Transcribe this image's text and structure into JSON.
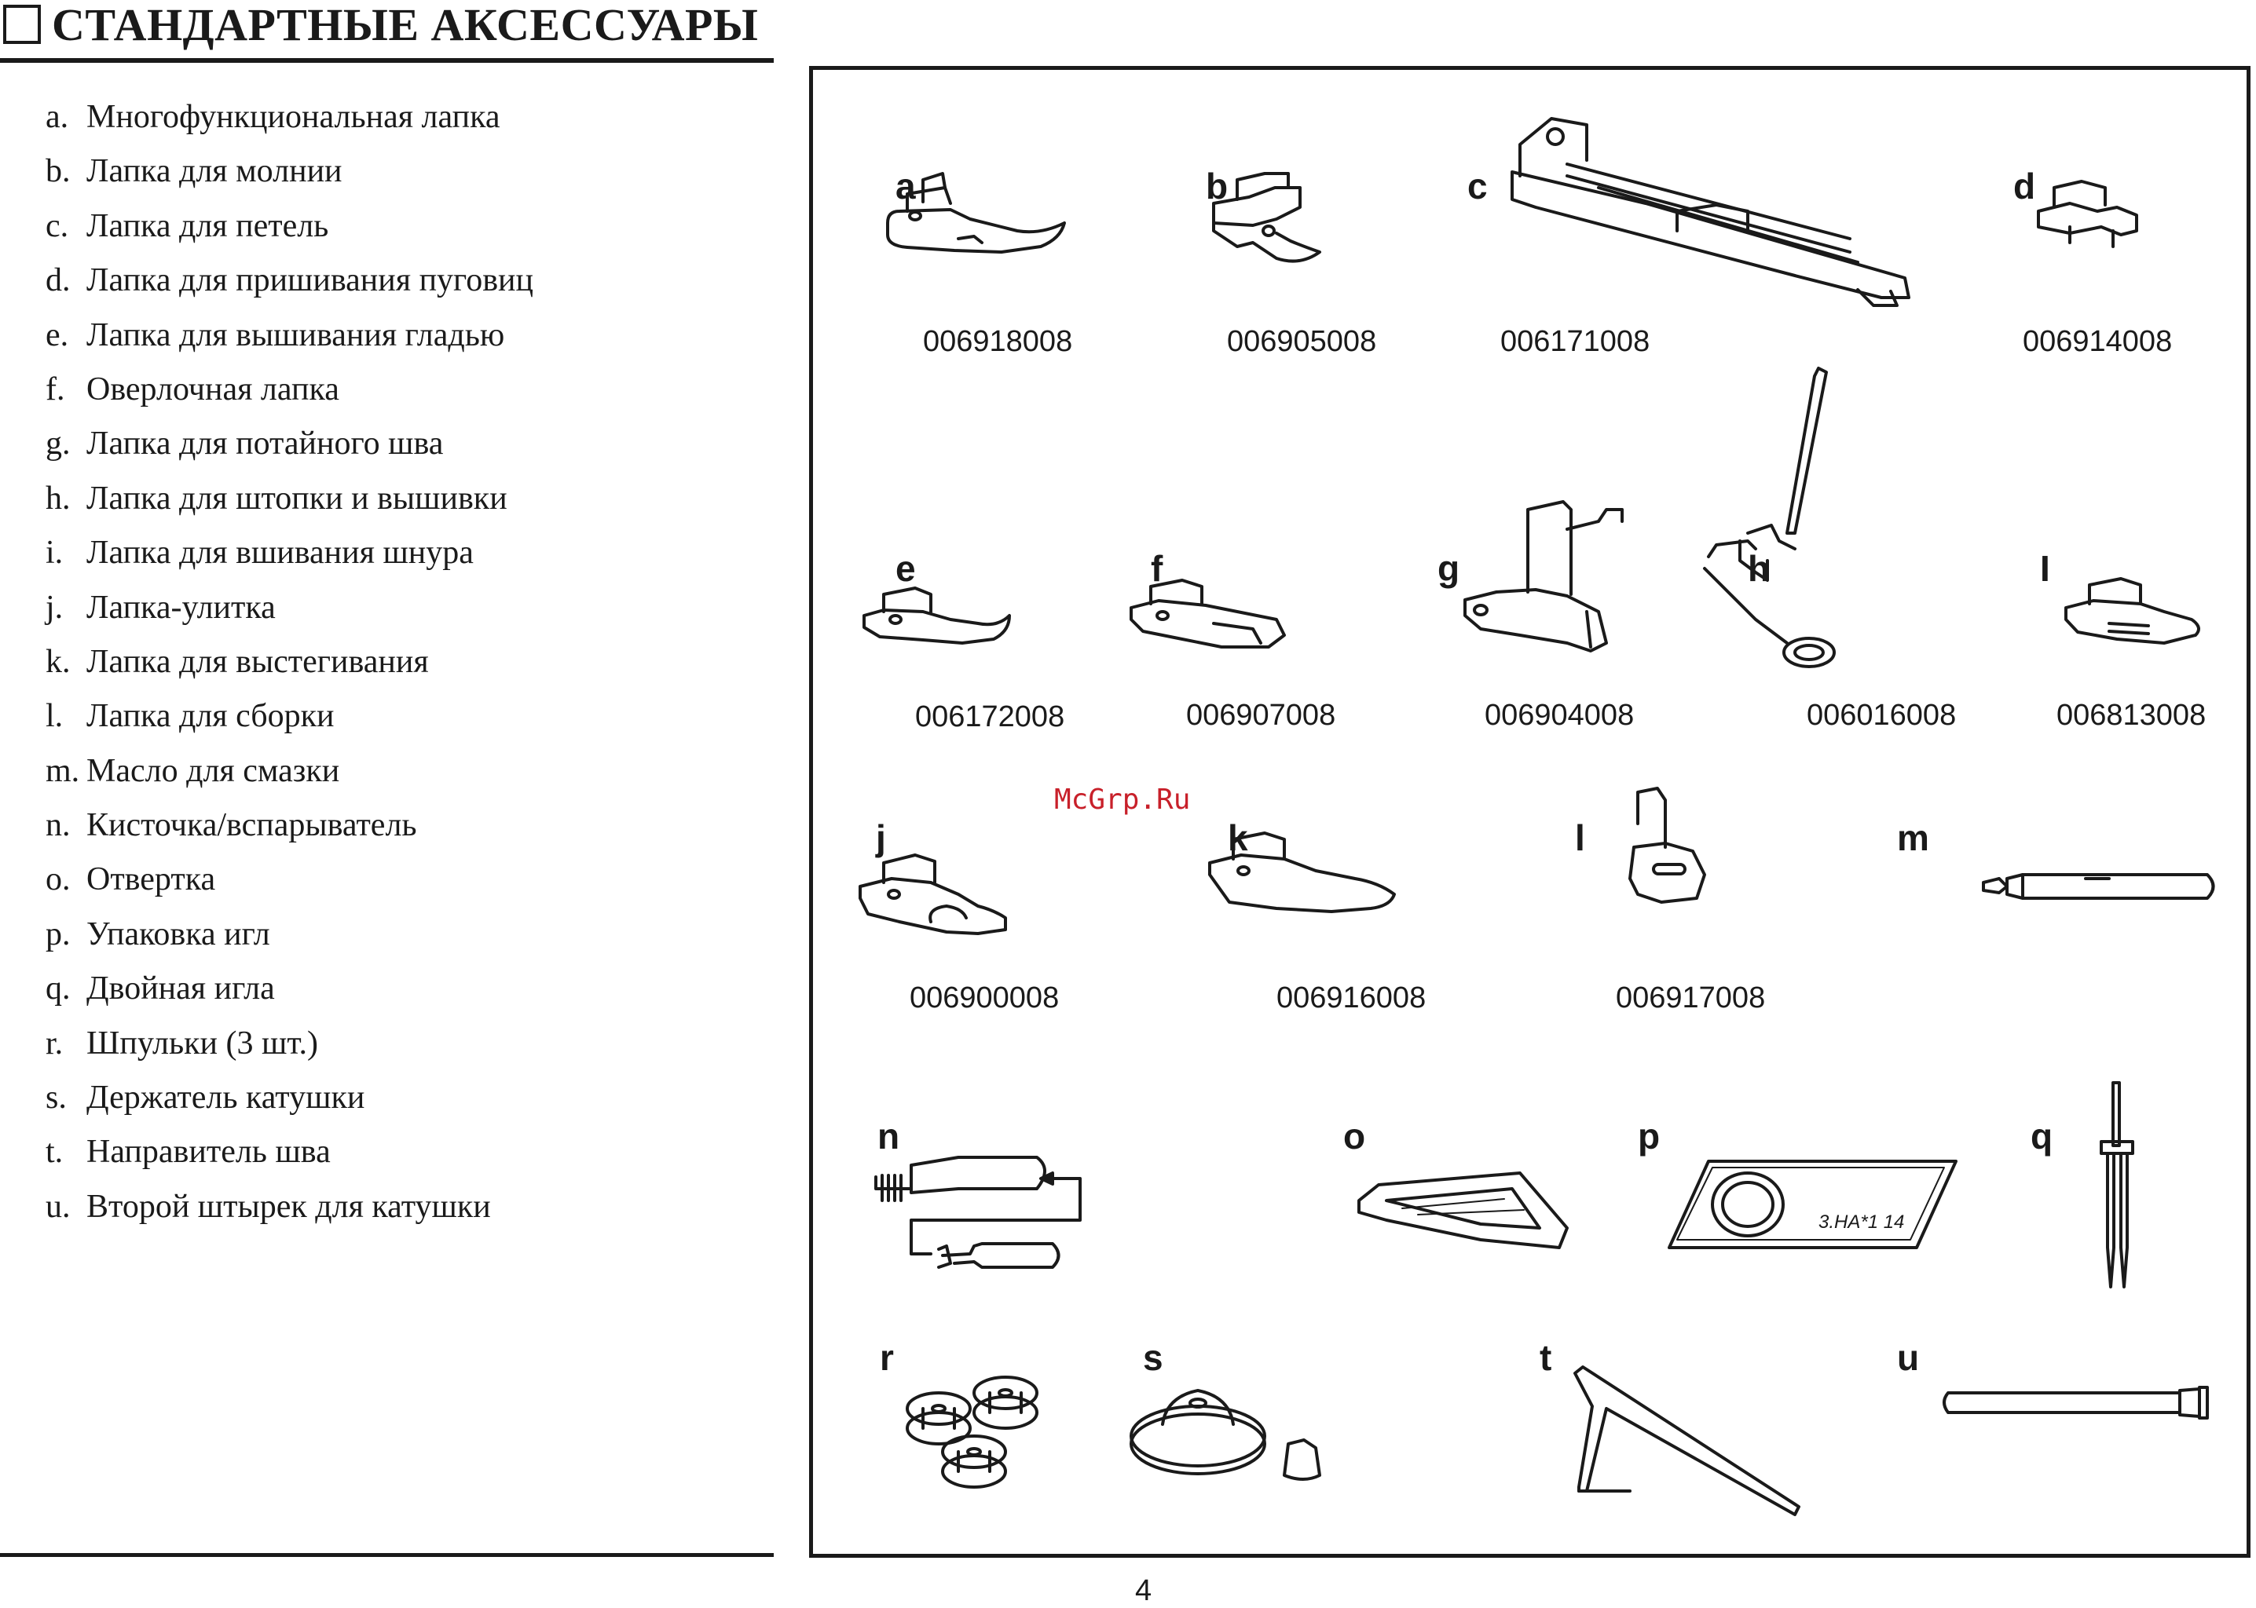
{
  "header": {
    "title": "СТАНДАРТНЫЕ АКСЕССУАРЫ"
  },
  "accessories": [
    {
      "letter": "a.",
      "name": "Многофункциональная лапка"
    },
    {
      "letter": "b.",
      "name": "Лапка для молнии"
    },
    {
      "letter": "c.",
      "name": "Лапка для петель"
    },
    {
      "letter": "d.",
      "name": "Лапка для пришивания пуговиц"
    },
    {
      "letter": "e.",
      "name": "Лапка для вышивания гладью"
    },
    {
      "letter": "f.",
      "name": "Оверлочная лапка"
    },
    {
      "letter": "g.",
      "name": "Лапка для потайного шва"
    },
    {
      "letter": "h.",
      "name": "Лапка для штопки и вышивки"
    },
    {
      "letter": "i.",
      "name": "Лапка для вшивания шнура"
    },
    {
      "letter": "j.",
      "name": "Лапка-улитка"
    },
    {
      "letter": "k.",
      "name": "Лапка для выстегивания"
    },
    {
      "letter": "l.",
      "name": "Лапка для сборки"
    },
    {
      "letter": "m.",
      "name": "Масло для смазки"
    },
    {
      "letter": "n.",
      "name": "Кисточка/вспарыватель"
    },
    {
      "letter": "o.",
      "name": "Отвертка"
    },
    {
      "letter": "p.",
      "name": "Упаковка игл"
    },
    {
      "letter": "q.",
      "name": "Двойная игла"
    },
    {
      "letter": "r.",
      "name": "Шпульки (3 шт.)"
    },
    {
      "letter": "s.",
      "name": "Держатель катушки"
    },
    {
      "letter": "t.",
      "name": "Направитель шва"
    },
    {
      "letter": "u.",
      "name": "Второй штырек для катушки"
    }
  ],
  "figures": {
    "a": {
      "label": "a",
      "code": "006918008"
    },
    "b": {
      "label": "b",
      "code": "006905008"
    },
    "c": {
      "label": "c",
      "code": "006171008"
    },
    "d": {
      "label": "d",
      "code": "006914008"
    },
    "e": {
      "label": "e",
      "code": "006172008"
    },
    "f": {
      "label": "f",
      "code": "006907008"
    },
    "g": {
      "label": "g",
      "code": "006904008"
    },
    "h": {
      "label": "h",
      "code": "006016008"
    },
    "i": {
      "label": "I",
      "code": "006813008"
    },
    "j": {
      "label": "j",
      "code": "006900008"
    },
    "k": {
      "label": "k",
      "code": "006916008"
    },
    "l": {
      "label": "l",
      "code": "006917008"
    },
    "m": {
      "label": "m"
    },
    "n": {
      "label": "n"
    },
    "o": {
      "label": "o"
    },
    "p": {
      "label": "p",
      "needle_text": "3.HA*1 14"
    },
    "q": {
      "label": "q"
    },
    "r": {
      "label": "r"
    },
    "s": {
      "label": "s"
    },
    "t": {
      "label": "t"
    },
    "u": {
      "label": "u"
    }
  },
  "watermark": "McGrp.Ru",
  "page_number": "4"
}
